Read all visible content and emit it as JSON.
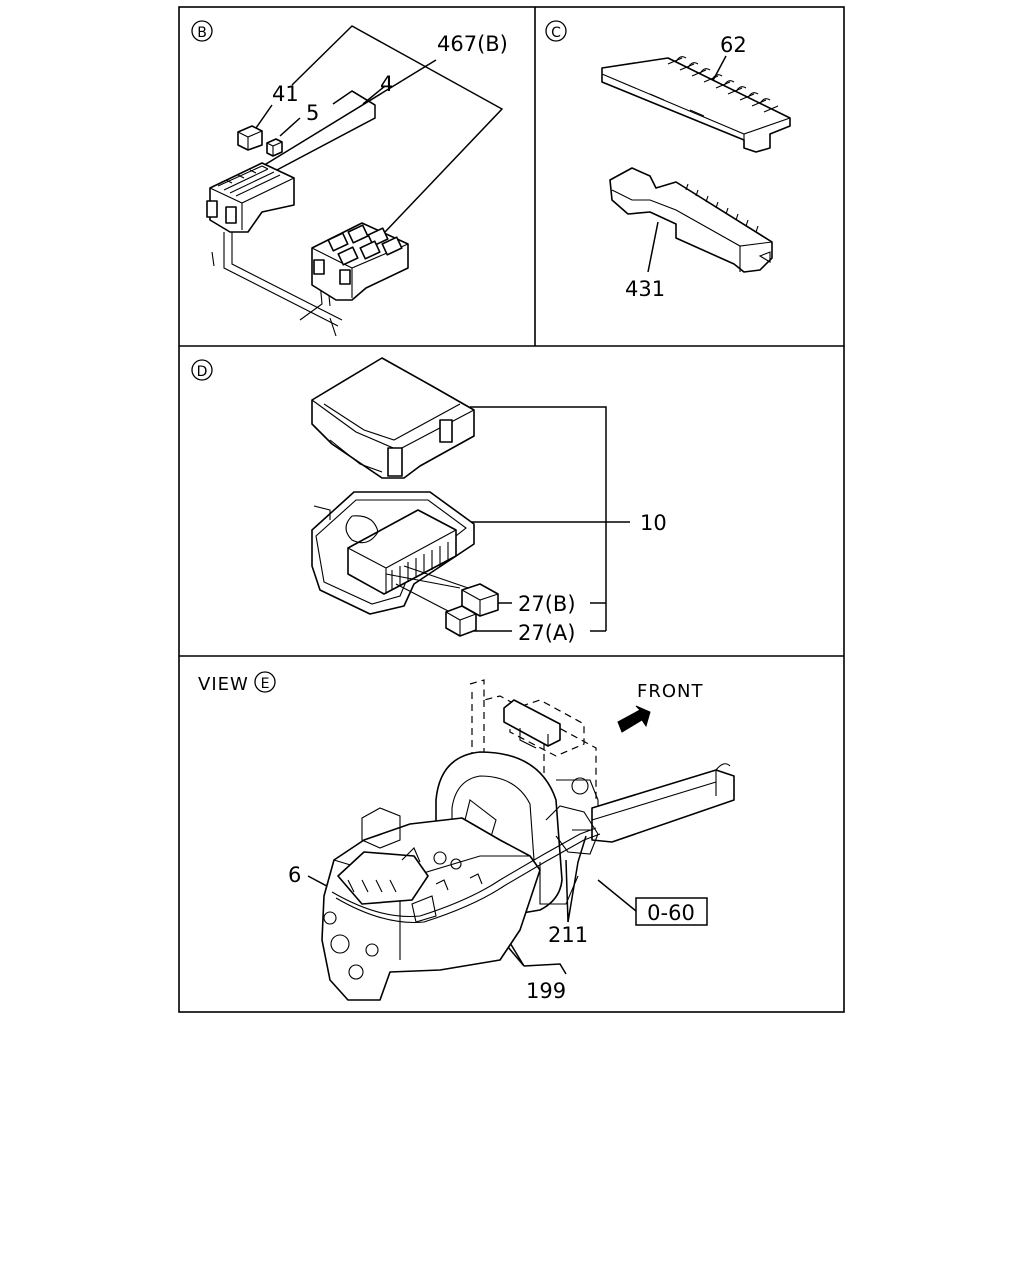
{
  "panels": {
    "b": {
      "view_letter": "B",
      "callouts": [
        "467(B)",
        "41",
        "4",
        "5"
      ]
    },
    "c": {
      "view_letter": "C",
      "callouts": [
        "62",
        "431"
      ]
    },
    "d": {
      "view_letter": "D",
      "callouts": [
        "10",
        "27(B)",
        "27(A)"
      ]
    },
    "e": {
      "view_prefix": "VIEW",
      "view_letter": "E",
      "front_label": "FRONT",
      "callouts": [
        "6",
        "211",
        "199"
      ],
      "reference_box": "0-60"
    }
  }
}
